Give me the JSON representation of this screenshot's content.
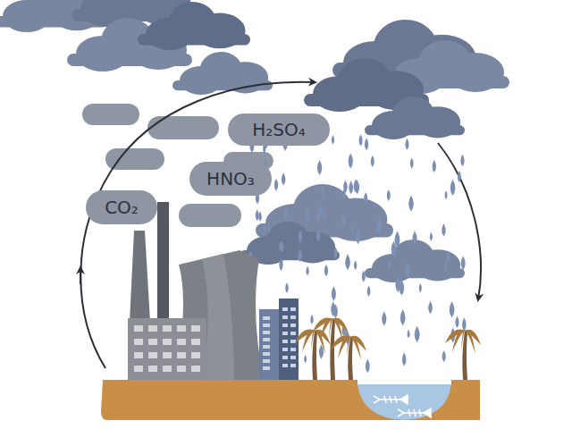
{
  "diagram": {
    "nodes": [
      {
        "text": [
          "H₂SO₄"
        ]
      },
      {
        "text": [
          "HNO₃"
        ]
      },
      {
        "text": [
          "CO₂"
        ]
      }
    ]
  }
}
